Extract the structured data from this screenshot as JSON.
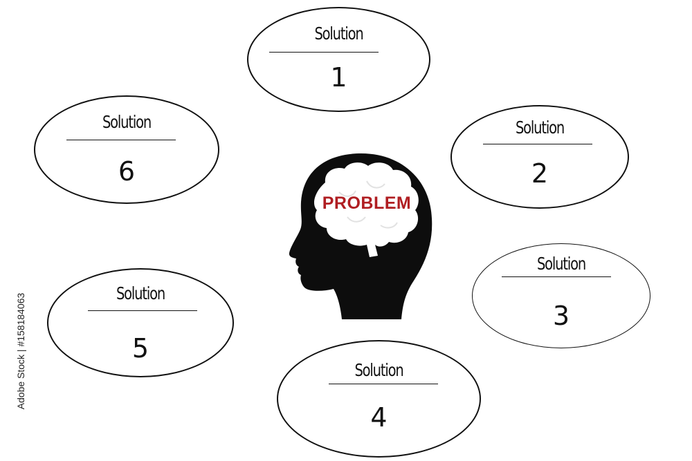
{
  "diagram": {
    "center": {
      "label": "PROBLEM",
      "icon": "head-silhouette-with-brain-icon",
      "text_color": "#b01e22"
    },
    "solutions": [
      {
        "title": "Solution",
        "number": "1"
      },
      {
        "title": "Solution",
        "number": "2"
      },
      {
        "title": "Solution",
        "number": "3"
      },
      {
        "title": "Solution",
        "number": "4"
      },
      {
        "title": "Solution",
        "number": "5"
      },
      {
        "title": "Solution",
        "number": "6"
      }
    ],
    "watermark": "Adobe Stock | #158184063"
  }
}
